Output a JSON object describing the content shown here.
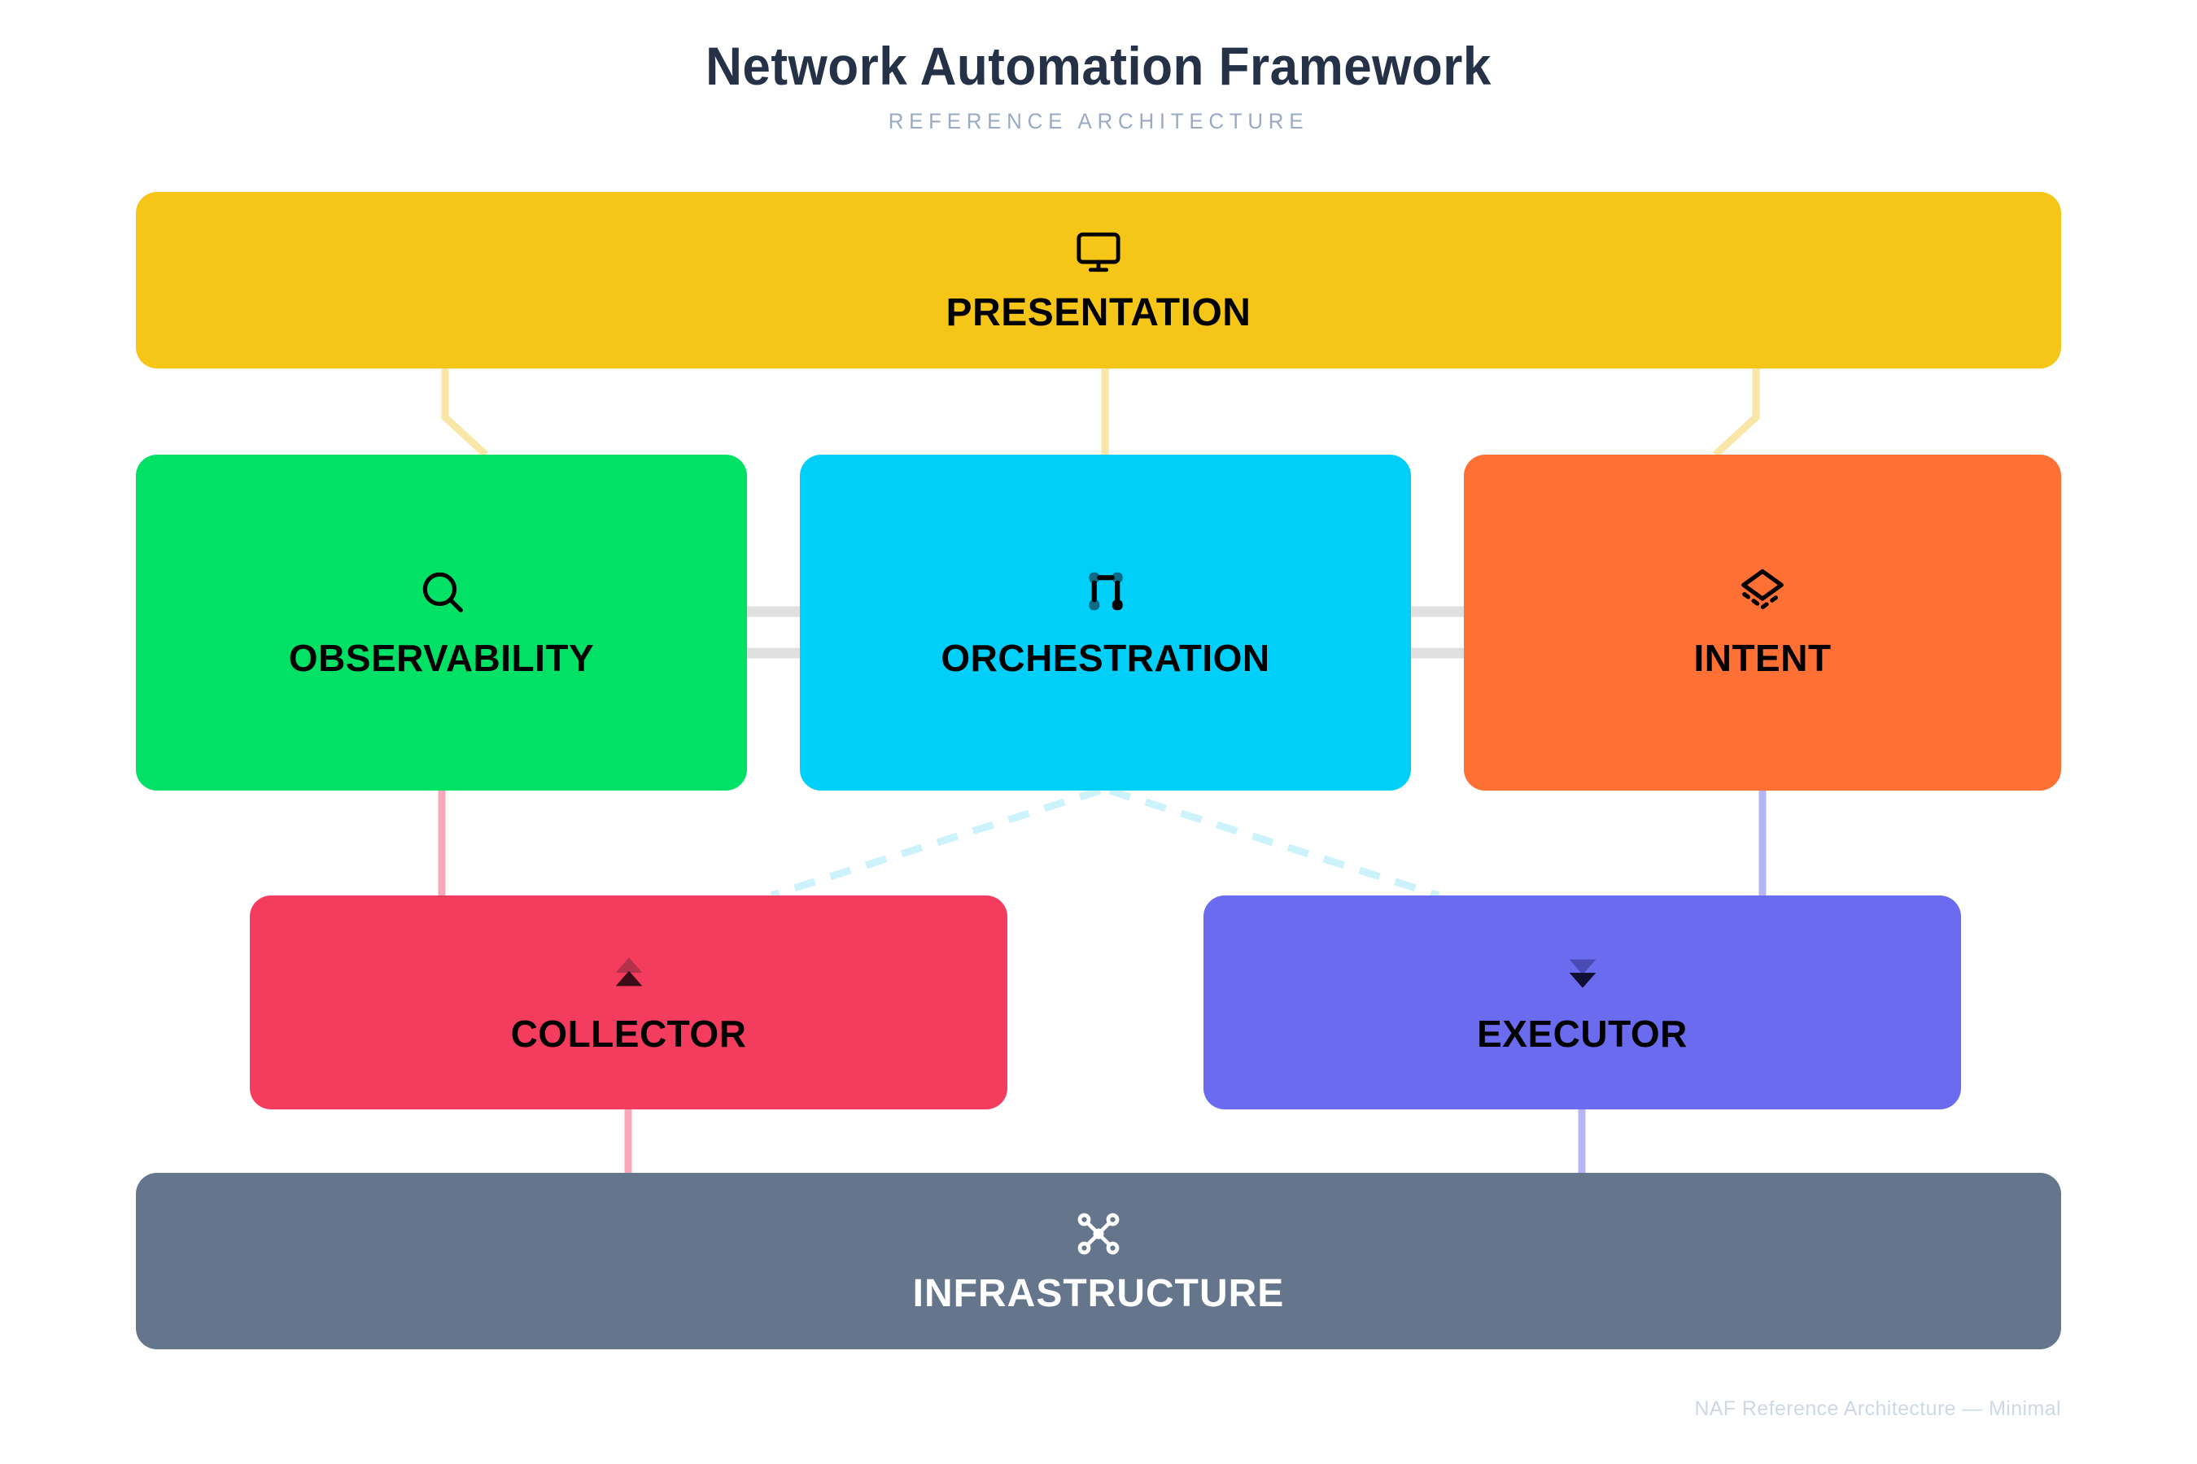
{
  "header": {
    "title": "Network Automation Framework",
    "subtitle": "REFERENCE ARCHITECTURE"
  },
  "diagram": {
    "type": "layered-architecture",
    "background": "#FFFFFF",
    "tiers": [
      {
        "name": "presentation-tier",
        "blocks": [
          {
            "id": "presentation",
            "label": "PRESENTATION",
            "icon": "monitor-icon",
            "color": "#F5C518",
            "text_color": "#000000",
            "span": "full-width"
          }
        ]
      },
      {
        "name": "core-tier",
        "blocks": [
          {
            "id": "observability",
            "label": "OBSERVABILITY",
            "icon": "search-icon",
            "color": "#00E166",
            "text_color": "#000000"
          },
          {
            "id": "orchestration",
            "label": "ORCHESTRATION",
            "icon": "network-nodes-icon",
            "color": "#00CFFA",
            "text_color": "#000000"
          },
          {
            "id": "intent",
            "label": "INTENT",
            "icon": "layers-icon",
            "color": "#FF7034",
            "text_color": "#000000"
          }
        ]
      },
      {
        "name": "agent-tier",
        "blocks": [
          {
            "id": "collector",
            "label": "COLLECTOR",
            "icon": "chevrons-up-icon",
            "color": "#F43C5E",
            "text_color": "#000000"
          },
          {
            "id": "executor",
            "label": "EXECUTOR",
            "icon": "chevrons-down-icon",
            "color": "#6B6BF0",
            "text_color": "#000000"
          }
        ]
      },
      {
        "name": "infrastructure-tier",
        "blocks": [
          {
            "id": "infrastructure",
            "label": "INFRASTRUCTURE",
            "icon": "network-hub-icon",
            "color": "#64758C",
            "text_color": "#FFFFFF",
            "span": "full-width"
          }
        ]
      }
    ],
    "connectors": [
      {
        "from": "presentation",
        "to": "observability",
        "style": "elbow",
        "color": "#FAE6A6"
      },
      {
        "from": "presentation",
        "to": "orchestration",
        "style": "straight",
        "color": "#FAE6A6"
      },
      {
        "from": "presentation",
        "to": "intent",
        "style": "elbow",
        "color": "#FAE6A6"
      },
      {
        "from": "observability",
        "to": "orchestration",
        "style": "horizontal-pair",
        "color": "#E0E0E0"
      },
      {
        "from": "orchestration",
        "to": "intent",
        "style": "horizontal-pair",
        "color": "#E0E0E0"
      },
      {
        "from": "observability",
        "to": "collector",
        "style": "straight",
        "color": "#F8A8B8"
      },
      {
        "from": "orchestration",
        "to": "collector",
        "style": "dashed-diagonal",
        "color": "#CCF2FB"
      },
      {
        "from": "orchestration",
        "to": "executor",
        "style": "dashed-diagonal",
        "color": "#CCF2FB"
      },
      {
        "from": "intent",
        "to": "executor",
        "style": "straight",
        "color": "#B5B5F4"
      },
      {
        "from": "collector",
        "to": "infrastructure",
        "style": "straight",
        "color": "#F8A8B8"
      },
      {
        "from": "executor",
        "to": "infrastructure",
        "style": "straight",
        "color": "#B5B5F4"
      }
    ]
  },
  "footer": {
    "note": "NAF Reference Architecture — Minimal"
  }
}
